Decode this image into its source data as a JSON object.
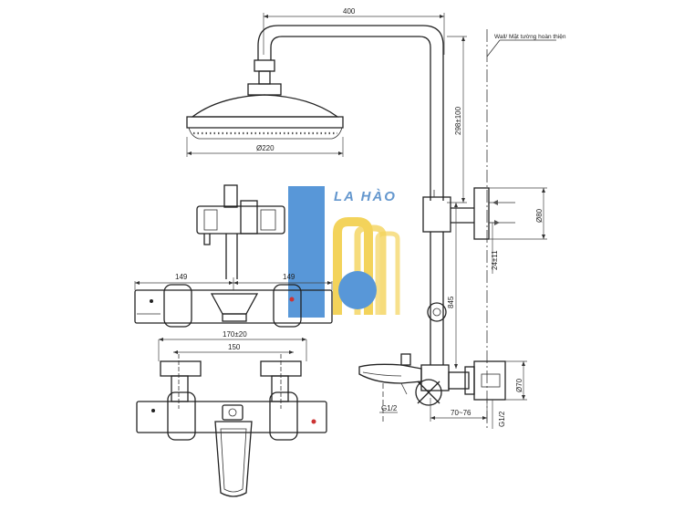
{
  "watermark": {
    "brand_text": "LA HÀO",
    "colors": {
      "blue": "#3b86d2",
      "yellow": "#f2cc3f",
      "text": "#4a86c6"
    }
  },
  "dimensions": {
    "top_width": "400",
    "riser_height": "298±100",
    "shower_head_diameter": "Ø220",
    "mixer_half_left": "149",
    "mixer_half_right": "149",
    "bracket_diameter": "Ø80",
    "bracket_offset": "24±11",
    "column_height": "845",
    "inlet_spacing": "170±20",
    "inlet_center": "150",
    "inlet_thread_left": "G1/2",
    "inlet_thread_right": "G1/2",
    "wall_offset": "70~76",
    "inlet_flange_diameter": "Ø70"
  },
  "labels": {
    "wall_note": "Wall/ Mặt tường hoàn thiện"
  }
}
